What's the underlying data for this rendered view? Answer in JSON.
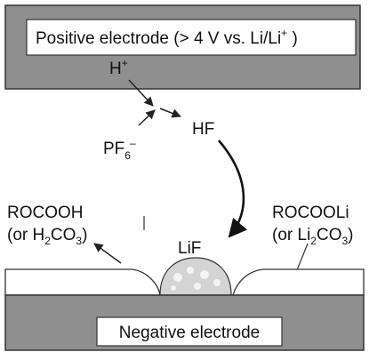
{
  "colors": {
    "electrode_fill": "#8f8f8f",
    "electrode_stroke": "#333333",
    "label_box_fill": "#ffffff",
    "sei_fill": "#ffffff",
    "lif_fill": "#d4d4d4",
    "lif_dots": "#f4f4f4",
    "line": "#222222"
  },
  "positive_electrode": {
    "label_prefix": "Positive electrode (> 4 V vs. Li/Li",
    "label_sup": "+",
    "label_suffix": " )"
  },
  "negative_electrode": {
    "label": "Negative electrode"
  },
  "species": {
    "h_plus": {
      "base": "H",
      "sup": "+"
    },
    "pf6": {
      "base": "PF",
      "sub": "6",
      "sup": "–"
    },
    "hf": "HF",
    "lif": "LiF",
    "rocooh": {
      "line1": "ROCOOH",
      "line2_open": "(or H",
      "line2_sub1": "2",
      "line2_mid": "CO",
      "line2_sub2": "3",
      "line2_close": ")"
    },
    "rocooli": {
      "line1": "ROCOOLi",
      "line2_open": "(or Li",
      "line2_sub1": "2",
      "line2_mid": "CO",
      "line2_sub2": "3",
      "line2_close": ")"
    }
  },
  "icons": {
    "arrowhead": "arrowhead-icon"
  }
}
